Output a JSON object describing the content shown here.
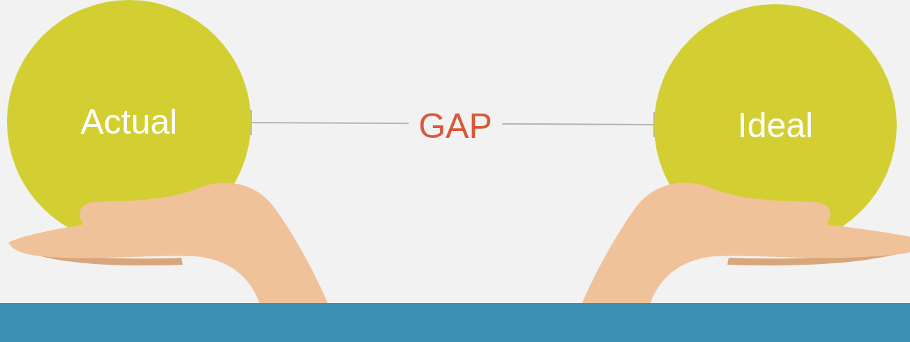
{
  "diagram": {
    "nodes": [
      {
        "text": [
          "Actual"
        ]
      },
      {
        "text": [
          "Ideal"
        ]
      }
    ],
    "edges": [
      {
        "from": 0,
        "to": 1,
        "arrow": "none",
        "label": "GAP"
      }
    ]
  }
}
